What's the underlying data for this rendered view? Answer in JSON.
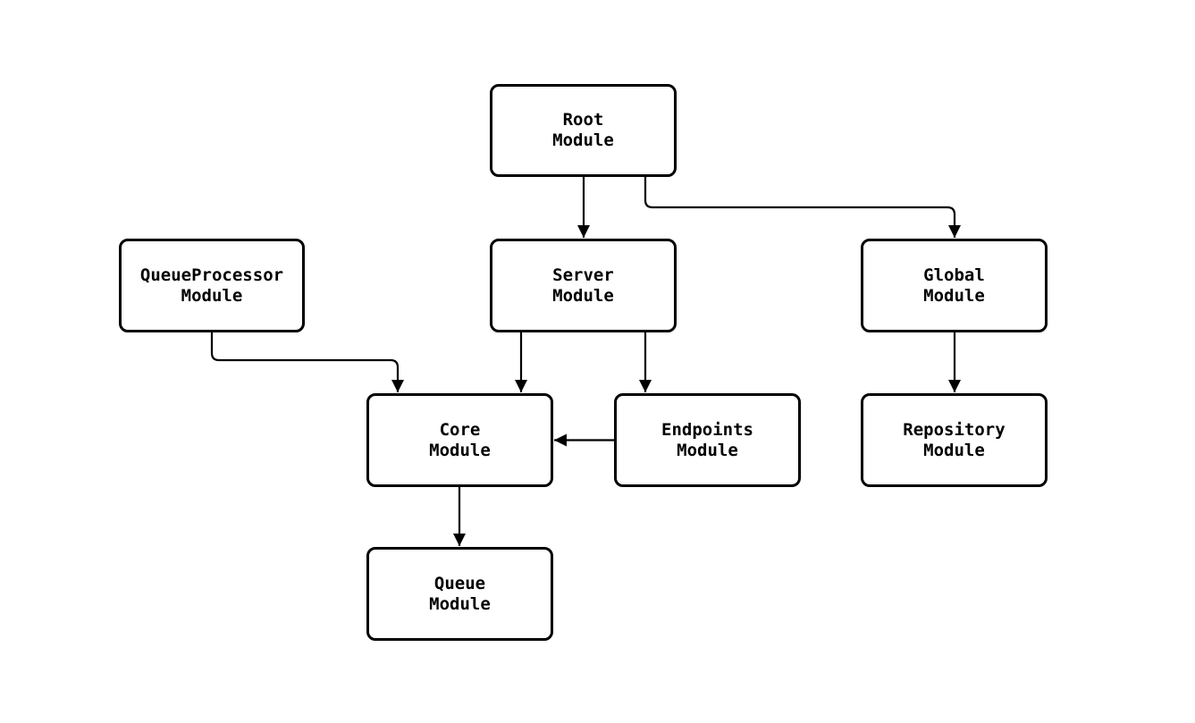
{
  "diagram": {
    "type": "flowchart",
    "background_color": "#ffffff",
    "stroke_color": "#000000",
    "node_fill_color": "#ffffff",
    "text_color": "#000000",
    "nodes": [
      {
        "id": "root",
        "line1": "Root",
        "line2": "Module"
      },
      {
        "id": "queueprocessor",
        "line1": "QueueProcessor",
        "line2": "Module"
      },
      {
        "id": "server",
        "line1": "Server",
        "line2": "Module"
      },
      {
        "id": "global",
        "line1": "Global",
        "line2": "Module"
      },
      {
        "id": "core",
        "line1": "Core",
        "line2": "Module"
      },
      {
        "id": "endpoints",
        "line1": "Endpoints",
        "line2": "Module"
      },
      {
        "id": "repository",
        "line1": "Repository",
        "line2": "Module"
      },
      {
        "id": "queue",
        "line1": "Queue",
        "line2": "Module"
      }
    ],
    "edges": [
      {
        "from": "Root Module",
        "to": "Server Module"
      },
      {
        "from": "Root Module",
        "to": "Global Module"
      },
      {
        "from": "QueueProcessor Module",
        "to": "Core Module"
      },
      {
        "from": "Server Module",
        "to": "Core Module"
      },
      {
        "from": "Server Module",
        "to": "Endpoints Module"
      },
      {
        "from": "Endpoints Module",
        "to": "Core Module"
      },
      {
        "from": "Global Module",
        "to": "Repository Module"
      },
      {
        "from": "Core Module",
        "to": "Queue Module"
      }
    ]
  }
}
